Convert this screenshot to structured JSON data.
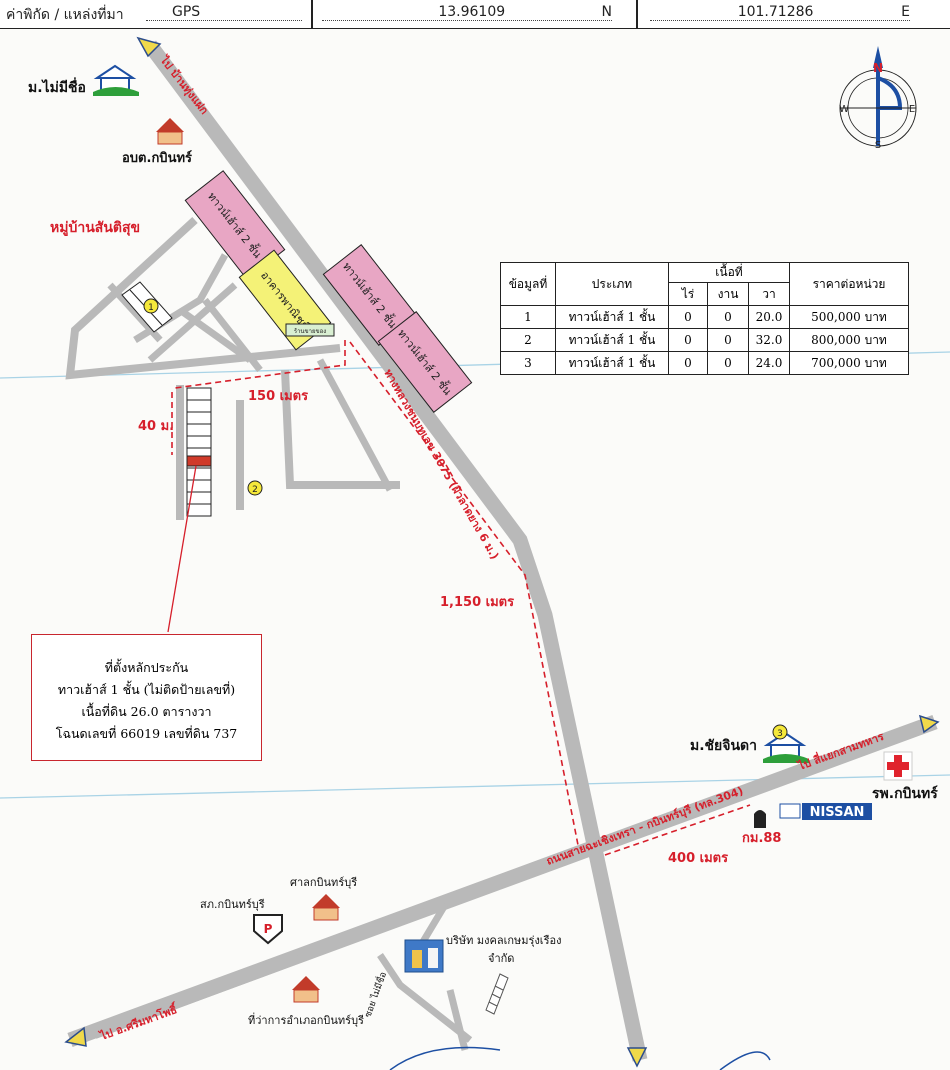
{
  "header": {
    "label": "ค่าพิกัด / แหล่งที่มา",
    "source": "GPS",
    "lat": "13.96109",
    "lat_suffix": "N",
    "lon": "101.71286",
    "lon_suffix": "E"
  },
  "compass": {
    "n": "N",
    "s": "S",
    "e": "E",
    "w": "W"
  },
  "places": {
    "village_nameless": "ม.ไม่มีชื่อ",
    "sao": "อบต.กบินทร์",
    "santisuk": "หมู่บ้านสันติสุข",
    "chaijinda": "ม.ชัยจินดา",
    "hospital": "รพ.กบินทร์",
    "km88": "กม.88",
    "nissan": "NISSAN",
    "police": "สภ.กบินทร์บุรี",
    "shrine": "ศาลกบินทร์บุรี",
    "district_office": "ที่ว่าการอำเภอกบินทร์บุรี",
    "company_line1": "บริษัท มงคลเกษมรุ่งเรือง",
    "company_line2": "จำกัด",
    "townhouse2": "ทาวน์เฮ้าส์ 2 ชั้น",
    "commercial": "อาคารพาณิชย์",
    "shop_small": "ร้านขายของ",
    "police_p": "P"
  },
  "roads": {
    "to_ban_rai": "ไป บ้านทุ่งแฝก",
    "rural_road": "ทางหลวงชนบทเลข 3075 (ผิวลาดยาง 6 ม.)",
    "highway_304": "ถนนสายฉะเชิงเทรา - กบินทร์บุรี (ทล.304)",
    "to_intersection": "ไป สี่แยกสามทหาร",
    "to_srimahaphot": "ไป อ.ศรีมหาโพธิ์",
    "soi": "ซอย ไม่มีชื่อ"
  },
  "distances": {
    "d150": "150 เมตร",
    "d40": "40 ม.",
    "d1150": "1,150 เมตร",
    "d400": "400 เมตร"
  },
  "markers": [
    "1",
    "2",
    "3"
  ],
  "info_box": {
    "line1": "ที่ตั้งหลักประกัน",
    "line2": "ทาวเฮ้าส์ 1 ชั้น (ไม่ติดป้ายเลขที่)",
    "line3": "เนื้อที่ดิน 26.0 ตารางวา",
    "line4": "โฉนดเลขที่ 66019 เลขที่ดิน 737"
  },
  "table": {
    "headers": {
      "no": "ข้อมูลที่",
      "type": "ประเภท",
      "area": "เนื้อที่",
      "rai": "ไร่",
      "ngan": "งาน",
      "wa": "วา",
      "price": "ราคาต่อหน่วย"
    },
    "rows": [
      {
        "no": "1",
        "type": "ทาวน์เฮ้าส์ 1 ชั้น",
        "rai": "0",
        "ngan": "0",
        "wa": "20.0",
        "price": "500,000 บาท"
      },
      {
        "no": "2",
        "type": "ทาวน์เฮ้าส์ 1 ชั้น",
        "rai": "0",
        "ngan": "0",
        "wa": "32.0",
        "price": "800,000 บาท"
      },
      {
        "no": "3",
        "type": "ทาวน์เฮ้าส์ 1 ชั้น",
        "rai": "0",
        "ngan": "0",
        "wa": "24.0",
        "price": "700,000 บาท"
      }
    ]
  },
  "colors": {
    "road": "#b9b9b9",
    "red": "#d61f2b",
    "pink": "#e8a6c4",
    "yellow": "#f4f277",
    "green": "#d9efd2",
    "nissan": "#1d4fa3"
  }
}
